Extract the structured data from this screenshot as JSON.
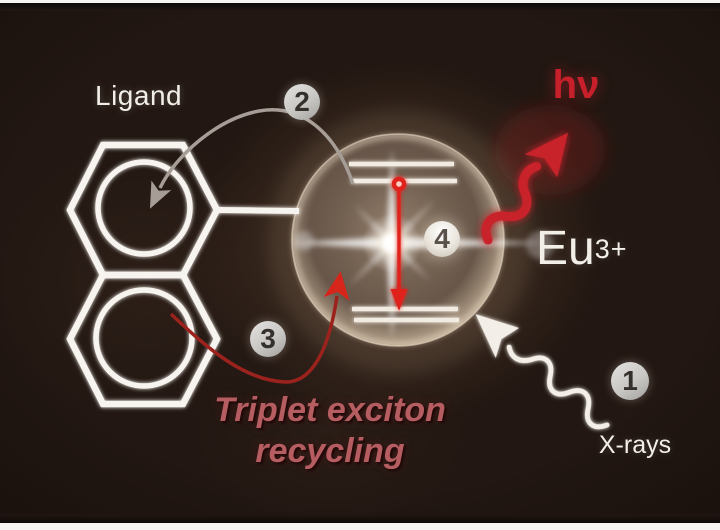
{
  "labels": {
    "ligand": "Ligand",
    "emission_photon": "hν",
    "ion_symbol": "Eu",
    "ion_charge": "3+",
    "xray_source": "X-rays",
    "caption_line1": "Triplet exciton",
    "caption_line2": "recycling"
  },
  "steps": [
    {
      "label": "1"
    },
    {
      "label": "2"
    },
    {
      "label": "3"
    },
    {
      "label": "4"
    }
  ],
  "icons": {
    "xray_arrow": "white-wavy-photon-arrow",
    "emission_arrow": "red-wavy-photon-arrow",
    "energy_transfer_arrow": "gray-curved-arrow",
    "recycling_arrow": "red-curved-arrow",
    "transition_arrow": "red-vertical-down-arrow",
    "ligand_rings": "fused-aromatic-hexagons",
    "nanoparticle": "glowing-sphere-with-energy-levels",
    "flare": "starburst-light-flare"
  },
  "colors": {
    "background": "#221712",
    "red_accent": "#c8202a",
    "bright_red": "#e0241c",
    "dark_red_curve": "#9c231d",
    "caption_red": "#b55d61",
    "white": "#f2eee8",
    "badge_gray": "#c9c7c4",
    "sphere_tan": "#9b8a7a",
    "gray_arrow": "#a69d97"
  }
}
